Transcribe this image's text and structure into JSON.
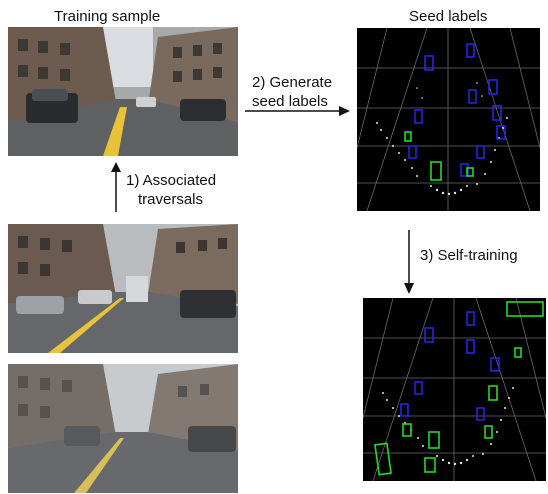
{
  "labels": {
    "training_sample": "Training sample",
    "seed_labels": "Seed labels",
    "step1_line1": "1) Associated",
    "step1_line2": "traversals",
    "step2_line1": "2) Generate",
    "step2_line2": "seed labels",
    "step3": "3) Self-training"
  },
  "colors": {
    "arrow": "#111111",
    "lidar_bg": "#000000",
    "box_blue": "#2a2aff",
    "box_green": "#22dd22",
    "lane_yellow": "#e8c23a"
  },
  "images": {
    "training_photo": "street-scene-sunny",
    "traversal_photo_1": "street-scene-cloudy",
    "traversal_photo_2": "street-scene-rainy",
    "seed_lidar": "lidar-bev-seed",
    "selftrain_lidar": "lidar-bev-selftrain"
  }
}
